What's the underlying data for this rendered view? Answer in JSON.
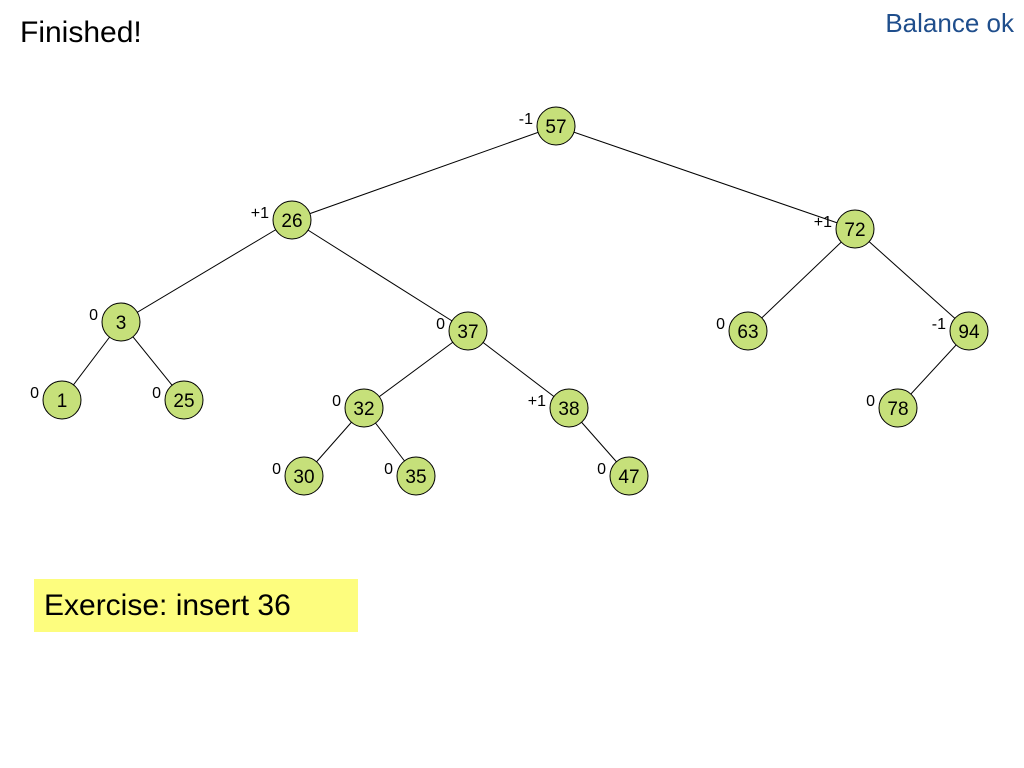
{
  "header": {
    "title": "Finished!",
    "status": "Balance ok"
  },
  "exercise": {
    "text": "Exercise: insert 36"
  },
  "colors": {
    "node_fill": "#c6e07a",
    "status_text": "#1f4e8c",
    "exercise_bg": "#fdfd7e"
  },
  "tree": {
    "nodes": [
      {
        "id": "57",
        "key": "57",
        "balance": "-1"
      },
      {
        "id": "26",
        "key": "26",
        "balance": "+1"
      },
      {
        "id": "72",
        "key": "72",
        "balance": "+1"
      },
      {
        "id": "3",
        "key": "3",
        "balance": "0"
      },
      {
        "id": "37",
        "key": "37",
        "balance": "0"
      },
      {
        "id": "63",
        "key": "63",
        "balance": "0"
      },
      {
        "id": "94",
        "key": "94",
        "balance": "-1"
      },
      {
        "id": "1",
        "key": "1",
        "balance": "0"
      },
      {
        "id": "25",
        "key": "25",
        "balance": "0"
      },
      {
        "id": "32",
        "key": "32",
        "balance": "0"
      },
      {
        "id": "38",
        "key": "38",
        "balance": "+1"
      },
      {
        "id": "78",
        "key": "78",
        "balance": "0"
      },
      {
        "id": "30",
        "key": "30",
        "balance": "0"
      },
      {
        "id": "35",
        "key": "35",
        "balance": "0"
      },
      {
        "id": "47",
        "key": "47",
        "balance": "0"
      }
    ],
    "edges": [
      [
        "57",
        "26"
      ],
      [
        "57",
        "72"
      ],
      [
        "26",
        "3"
      ],
      [
        "26",
        "37"
      ],
      [
        "72",
        "63"
      ],
      [
        "72",
        "94"
      ],
      [
        "3",
        "1"
      ],
      [
        "3",
        "25"
      ],
      [
        "37",
        "32"
      ],
      [
        "37",
        "38"
      ],
      [
        "94",
        "78"
      ],
      [
        "32",
        "30"
      ],
      [
        "32",
        "35"
      ],
      [
        "38",
        "47"
      ]
    ]
  }
}
